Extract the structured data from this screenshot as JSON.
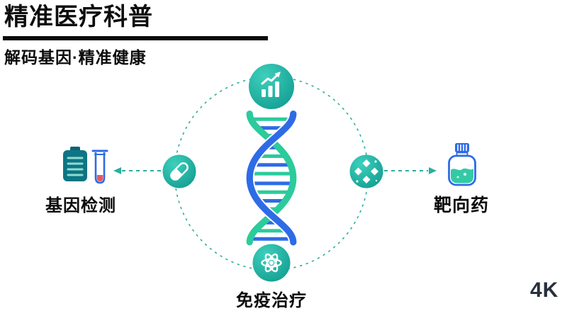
{
  "header": {
    "title": "精准医疗科普",
    "subtitle": "解码基因·精准健康"
  },
  "labels": {
    "gene_testing": "基因检测",
    "targeted_drug": "靶向药",
    "immunotherapy": "免疫治疗"
  },
  "watermark": "4K",
  "icons": {
    "top_node": "growth-chart-icon",
    "left_node": "capsule-icon",
    "right_node": "molecule-icon",
    "bottom_node": "immune-cell-icon",
    "gene_testing": [
      "sequencer-device-icon",
      "test-tube-icon"
    ],
    "targeted_drug": "medicine-bottle-icon",
    "center": "dna-helix-illustration"
  },
  "colors": {
    "node_teal": "#17A99A",
    "ring_teal": "#2AAF9F",
    "dna_green": "#2BCB9C",
    "dna_blue": "#2E6BE6",
    "ink": "#0a0a0a",
    "tube_red": "#E65A63",
    "liquid_teal": "#34C9A6"
  }
}
